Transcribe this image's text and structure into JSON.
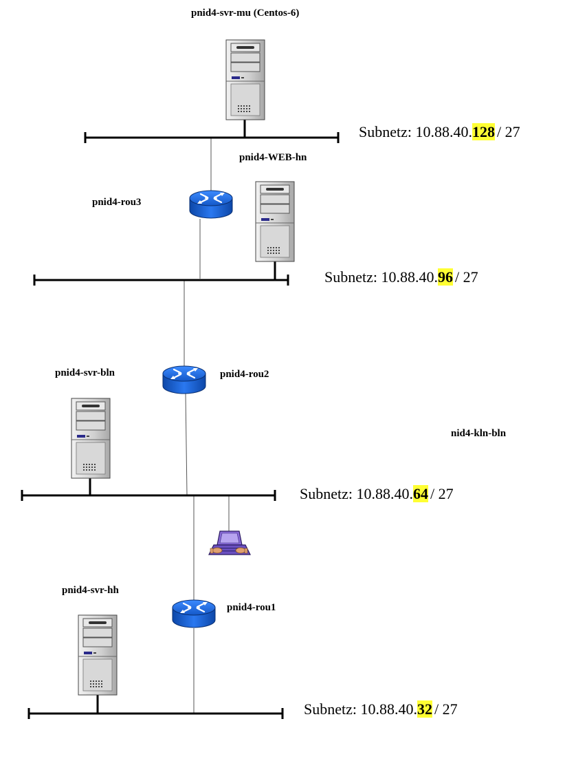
{
  "labels": {
    "svr_mu": "pnid4-svr-mu (Centos-6)",
    "web_hn": "pnid4-WEB-hn",
    "rou3": "pnid4-rou3",
    "rou2": "pnid4-rou2",
    "svr_bln": "pnid4-svr-bln",
    "kln_bln": "nid4-kln-bln",
    "svr_hh": "pnid4-svr-hh",
    "rou1": "pnid4-rou1"
  },
  "subnets": [
    {
      "prefix": "Subnetz: 10.88.40.",
      "octet": "128",
      "suffix": "/ 27"
    },
    {
      "prefix": "Subnetz: 10.88.40.",
      "octet": "96",
      "suffix": "/ 27"
    },
    {
      "prefix": "Subnetz: 10.88.40.",
      "octet": "64",
      "suffix": "/ 27"
    },
    {
      "prefix": "Subnetz: 10.88.40.",
      "octet": "32",
      "suffix": "/ 27"
    }
  ],
  "colors": {
    "highlight": "#ffff33",
    "router_blue": "#1f6fe0",
    "server_gray": "#cfcfcf",
    "laptop_purple": "#8a6cd8"
  },
  "icons": {
    "server": "server-tower-icon",
    "router": "router-icon",
    "workstation": "laptop-user-icon"
  }
}
